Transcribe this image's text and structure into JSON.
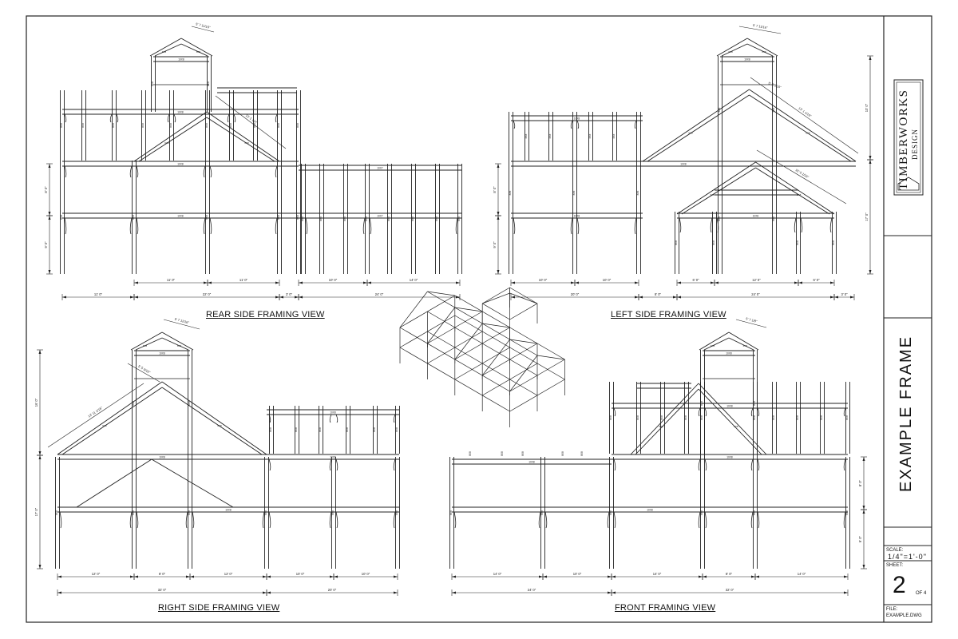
{
  "views": [
    {
      "id": "rear",
      "title": "REAR SIDE FRAMING VIEW"
    },
    {
      "id": "left",
      "title": "LEFT SIDE FRAMING VIEW"
    },
    {
      "id": "right",
      "title": "RIGHT SIDE FRAMING VIEW"
    },
    {
      "id": "front",
      "title": "FRONT FRAMING VIEW"
    }
  ],
  "title_block": {
    "company_name": "TIMBERWORKS",
    "company_sub": "DESIGN",
    "drawing_title": "EXAMPLE FRAME",
    "scale_label": "SCALE:",
    "scale_value": "1/4\"=1'-0\"",
    "sheet_label": "SHEET:",
    "sheet_number": "2",
    "sheet_of": "OF 4",
    "file_label": "FILE:",
    "file_value": "EXAMPLE.DWG"
  },
  "dimensions": {
    "rear_bottom": [
      "11' 0\"",
      "22' 0\"",
      "3' 0\"",
      "24' 0\""
    ],
    "rear_mid": [
      "11' 0\"",
      "11' 0\"",
      "10' 0\"",
      "14' 0\""
    ],
    "rear_vertical": [
      "8' 0\"",
      "9' 0\""
    ],
    "left_bottom": [
      "20' 0\"",
      "8' 0\"",
      "24' 0\"",
      "3' 0\""
    ],
    "left_mid": [
      "10' 0\"",
      "10' 0\"",
      "6' 0\"",
      "12' 0\"",
      "6' 0\""
    ],
    "left_vertical": [
      "8' 0\"",
      "9' 0\"",
      "17' 0\"",
      "10' 0\""
    ],
    "right_bottom": [
      "32' 0\"",
      "20' 0\""
    ],
    "right_mid": [
      "12' 0\"",
      "8' 0\"",
      "12' 0\"",
      "10' 0\"",
      "10' 0\""
    ],
    "right_vertical": [
      "16' 0\"",
      "17' 0\""
    ],
    "front_bottom": [
      "24' 0\"",
      "32' 0\""
    ],
    "front_mid": [
      "14' 0\"",
      "10' 0\"",
      "14' 0\"",
      "8' 0\"",
      "14' 0\""
    ],
    "front_vertical": [
      "8' 0\"",
      "9' 0\""
    ]
  },
  "rafter_labels": {
    "rear": [
      "5' 7 11/16\"",
      "13' 1 1/4\""
    ],
    "left": [
      "5' 7 11/16\"",
      "5' 7 3/16\"",
      "13' 1 1/16\"",
      "15' 5 1/16\""
    ],
    "right": [
      "5' 7 11/16\"",
      "5' 5 3/16\"",
      "13' 11 1/16\""
    ],
    "front": [
      "5' 7 1/8\""
    ]
  },
  "member_tags": {
    "beam": "10X8",
    "post": "8X8",
    "tie": "10X7",
    "rafter": "6X8"
  },
  "colors": {
    "line": "#222222",
    "background": "#ffffff"
  }
}
